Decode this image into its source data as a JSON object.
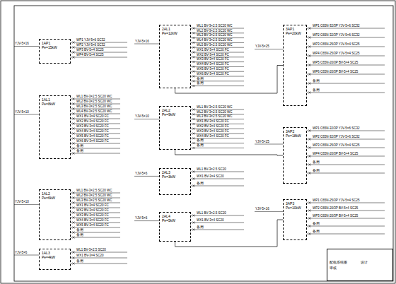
{
  "diagram": {
    "nodes": [
      {
        "text": [
          "1AP1",
          "Pe=15kW"
        ]
      },
      {
        "text": [
          "1AL1",
          "Pe=8kW"
        ]
      },
      {
        "text": [
          "1AL2",
          "Pe=6kW"
        ]
      },
      {
        "text": [
          "1AL3",
          "Pe=4kW"
        ]
      },
      {
        "text": [
          "2AL1",
          "Pe=12kW"
        ]
      },
      {
        "text": [
          "2AL2",
          "Pe=9kW"
        ]
      },
      {
        "text": [
          "2AL3",
          "Pe=3kW"
        ]
      },
      {
        "text": [
          "2AL4",
          "Pe=5kW"
        ]
      },
      {
        "text": [
          "3AP1",
          "Pe=20kW"
        ]
      },
      {
        "text": [
          "3AP2",
          "Pe=18kW"
        ]
      },
      {
        "text": [
          "3AP3",
          "Pe=10kW"
        ]
      },
      {
        "text": [
          "配电系统图",
          "设计",
          "审核"
        ]
      }
    ],
    "edges": [
      {
        "from": 4,
        "to": 8,
        "arrow": "none"
      },
      {
        "from": 5,
        "to": 9,
        "arrow": "none"
      },
      {
        "from": 7,
        "to": 10,
        "arrow": "none"
      }
    ],
    "labels": [
      "YJV-5×16",
      "WP1 YJV-5×6 SC32",
      "WP2 YJV-5×6 SC32",
      "WP3 BV-5×4 SC25",
      "WP4 BV-5×4 SC25",
      "YJV-5×10",
      "WL1 BV-3×2.5 SC20 WC",
      "WL2 BV-3×2.5 SC20 WC",
      "WL3 BV-3×2.5 SC20 WC",
      "WL4 BV-3×2.5 SC20 WC",
      "WX1 BV-3×4 SC20 FC",
      "WX2 BV-3×4 SC20 FC",
      "WX3 BV-3×4 SC20 FC",
      "WX4 BV-3×4 SC20 FC",
      "WX5 BV-3×4 SC20 FC",
      "WX6 BV-3×4 SC20 FC",
      "备用",
      "备用",
      "YJV-5×10",
      "WL1 BV-3×2.5 SC20 WC",
      "WL2 BV-3×2.5 SC20 WC",
      "WL3 BV-3×2.5 SC20 WC",
      "WX1 BV-3×4 SC20 FC",
      "WX2 BV-3×4 SC20 FC",
      "WX3 BV-3×4 SC20 FC",
      "WX4 BV-3×4 SC20 FC",
      "WX5 BV-3×4 SC20 FC",
      "备用",
      "备用",
      "YJV-5×6",
      "WL1 BV-3×2.5 SC20",
      "WX1 BV-3×4 SC20",
      "备用",
      "YJV-5×16",
      "WL1 BV-3×2.5 SC20 WC",
      "WL2 BV-3×2.5 SC20 WC",
      "WL3 BV-3×2.5 SC20 WC",
      "WL4 BV-3×2.5 SC20 WC",
      "WL5 BV-3×2.5 SC20 WC",
      "WX1 BV-3×4 SC20 FC",
      "WX2 BV-3×4 SC20 FC",
      "WX3 BV-3×4 SC20 FC",
      "WX4 BV-3×4 SC20 FC",
      "WX5 BV-3×4 SC20 FC",
      "WX6 BV-3×4 SC20 FC",
      "备用",
      "备用",
      "YJV-5×10",
      "WL1 BV-3×2.5 SC20 WC",
      "WL2 BV-3×2.5 SC20 WC",
      "WL3 BV-3×2.5 SC20 WC",
      "WX1 BV-3×4 SC20 FC",
      "WX2 BV-3×4 SC20 FC",
      "WX3 BV-3×4 SC20 FC",
      "WX4 BV-3×4 SC20 FC",
      "备用",
      "备用",
      "YJV-5×6",
      "WL1 BV-3×2.5 SC20",
      "WX1 BV-3×4 SC20",
      "备用",
      "YJV-5×6",
      "WL1 BV-3×2.5 SC20",
      "WX1 BV-3×4 SC20",
      "备用",
      "YJV-5×25",
      "WP1 C65N-32/3P YJV-5×6 SC32",
      "WP2 C65N-32/3P YJV-5×6 SC32",
      "WP3 C65N-25/3P YJV-5×4 SC25",
      "WP4 C65N-25/3P YJV-5×4 SC25",
      "WP5 C65N-20/3P BV-5×4 SC25",
      "WP6 C65N-20/3P BV-5×4 SC25",
      "备用",
      "备用",
      "YJV-5×25",
      "WP1 C65N-32/3P YJV-5×6 SC32",
      "WP2 C65N-32/3P YJV-5×6 SC32",
      "WP3 C65N-25/3P YJV-5×4 SC25",
      "WP4 C65N-20/3P BV-5×4 SC25",
      "备用",
      "备用",
      "YJV-5×16",
      "WP1 C65N-25/3P YJV-5×4 SC25",
      "WP2 C65N-20/3P BV-5×4 SC25",
      "WP3 C65N-20/3P BV-5×4 SC25",
      "备用",
      "备用"
    ]
  }
}
